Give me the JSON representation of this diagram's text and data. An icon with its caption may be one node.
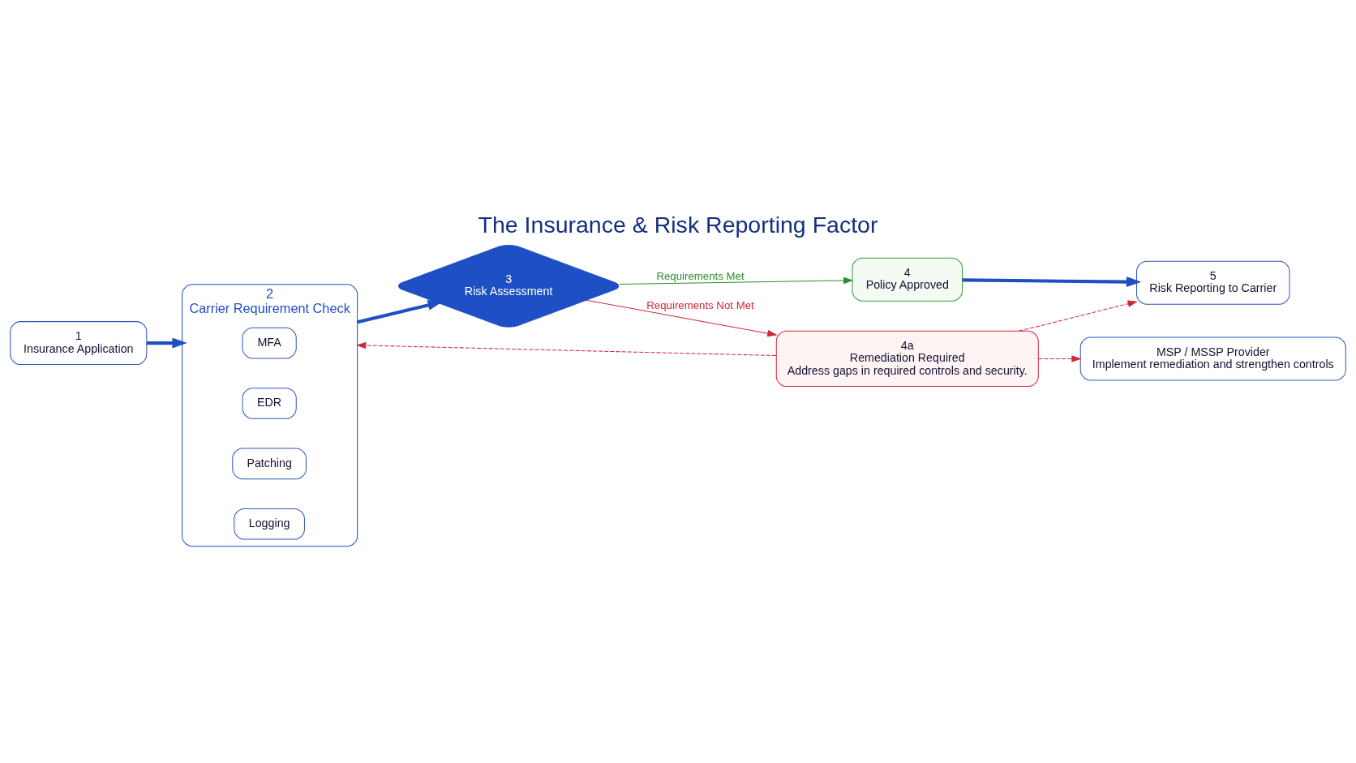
{
  "diagram": {
    "title": "The Insurance & Risk Reporting Factor",
    "nodes": [
      {
        "text": [
          "1",
          "Insurance Application"
        ]
      },
      {
        "text": [
          "2",
          "Carrier Requirement Check"
        ]
      },
      {
        "text": [
          "MFA"
        ],
        "in": 1
      },
      {
        "text": [
          "EDR"
        ],
        "in": 1
      },
      {
        "text": [
          "Patching"
        ],
        "in": 1
      },
      {
        "text": [
          "Logging"
        ],
        "in": 1
      },
      {
        "text": [
          "3",
          "Risk Assessment"
        ]
      },
      {
        "text": [
          "4",
          "Policy Approved"
        ]
      },
      {
        "text": [
          "5",
          "Risk Reporting to Carrier"
        ]
      },
      {
        "text": [
          "4a",
          "Remediation Required",
          "Address gaps in required controls and security."
        ]
      },
      {
        "text": [
          "MSP / MSSP Provider",
          "Implement remediation and strengthen controls"
        ]
      }
    ],
    "edges": [
      {
        "from": 0,
        "to": 1,
        "arrow": "to",
        "style": "thick",
        "color": "#1f4fc4"
      },
      {
        "from": 1,
        "to": 6,
        "arrow": "to",
        "style": "thick",
        "color": "#1f4fc4"
      },
      {
        "from": 6,
        "to": 7,
        "arrow": "to",
        "label": "Requirements Met",
        "color": "#2e8b2e"
      },
      {
        "from": 7,
        "to": 8,
        "arrow": "to",
        "style": "thick",
        "color": "#1f4fc4"
      },
      {
        "from": 6,
        "to": 9,
        "arrow": "to",
        "label": "Requirements Not Met"
      },
      {
        "from": 9,
        "to": 10,
        "arrow": "to",
        "style": "dashed"
      },
      {
        "from": 9,
        "to": 1,
        "arrow": "to",
        "style": "dashed"
      },
      {
        "from": 9,
        "to": 8,
        "arrow": "to",
        "style": "dashed"
      }
    ]
  }
}
